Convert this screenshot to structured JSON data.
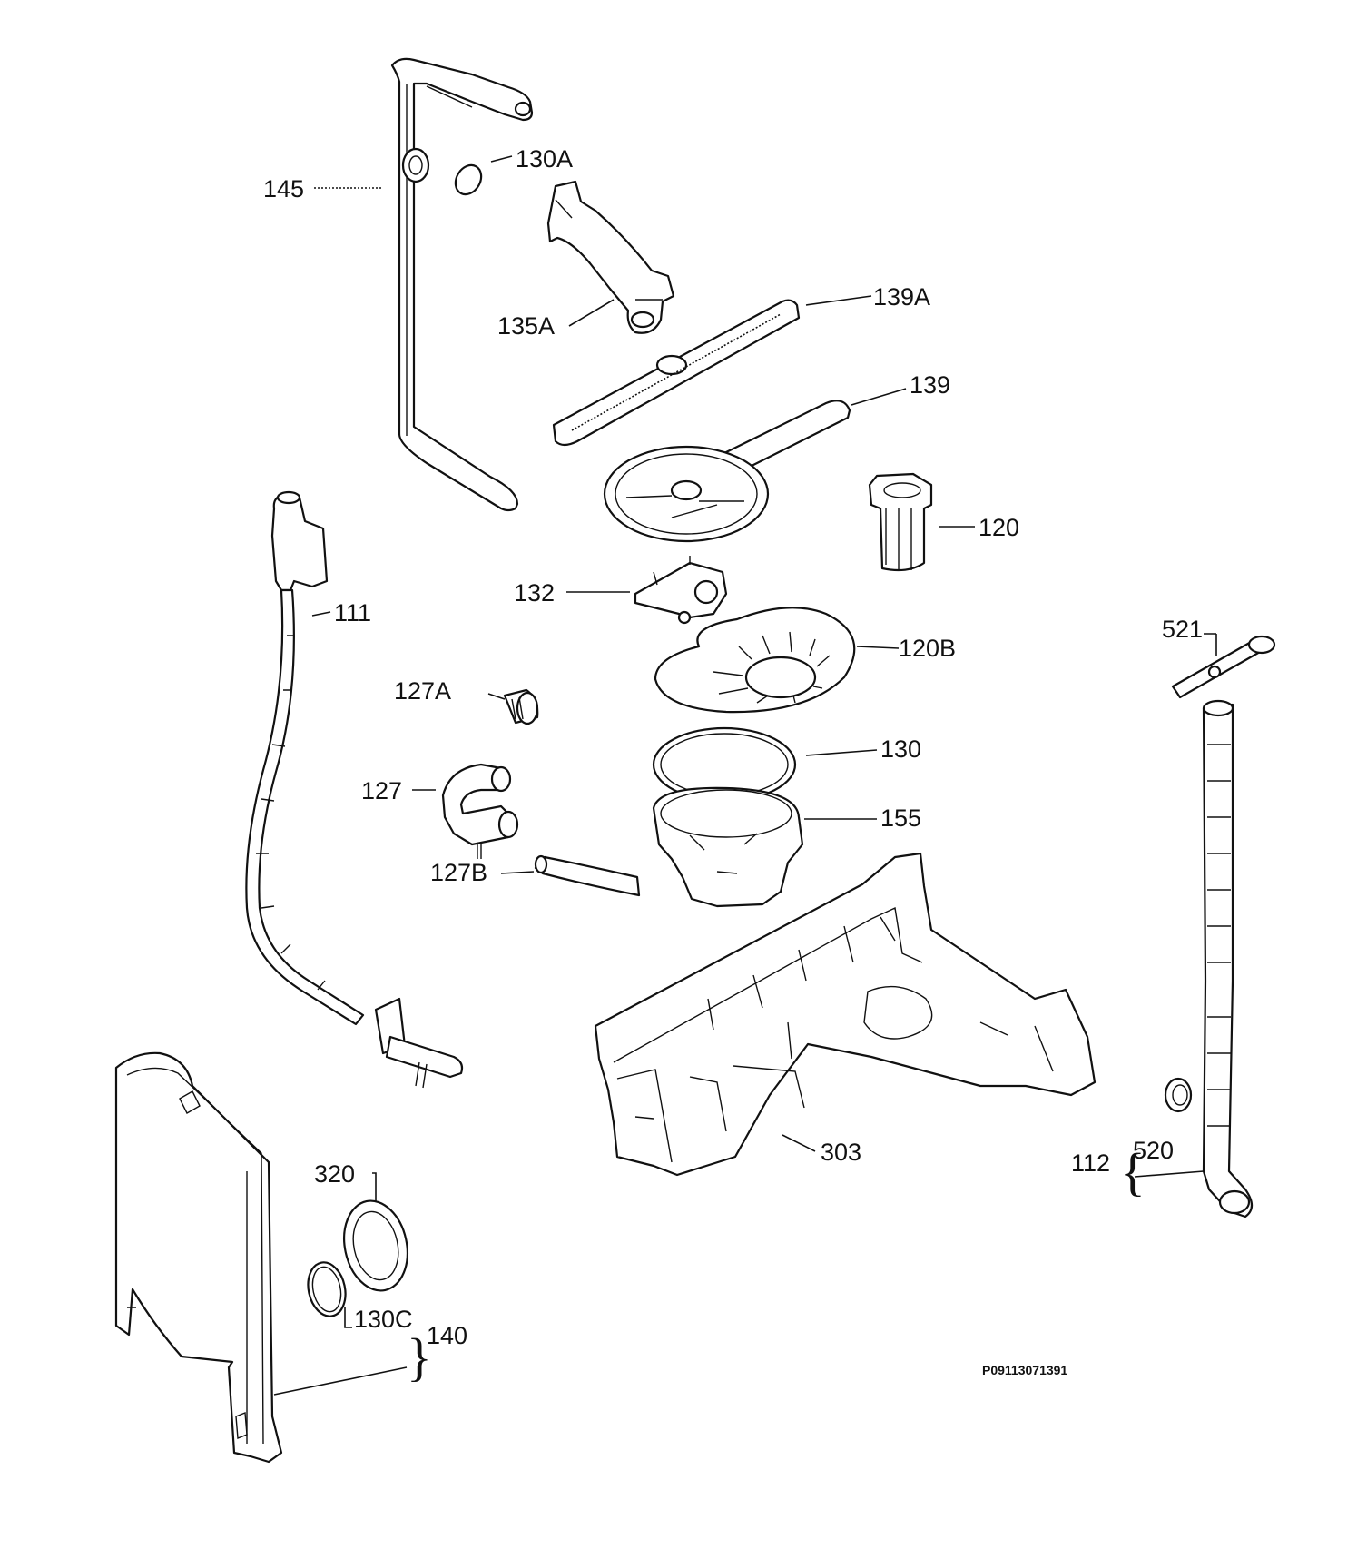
{
  "labels": {
    "l145": "145",
    "l130A": "130A",
    "l135A": "135A",
    "l139A": "139A",
    "l139": "139",
    "l120": "120",
    "l111": "111",
    "l132": "132",
    "l120B": "120B",
    "l521": "521",
    "l127A": "127A",
    "l130": "130",
    "l127": "127",
    "l155": "155",
    "l127B": "127B",
    "l303": "303",
    "l112": "112",
    "l520": "520",
    "l320": "320",
    "l130C": "130C",
    "l140": "140"
  },
  "drawing_code": "P09113071391",
  "colors": {
    "line": "#111111",
    "background": "#ffffff"
  }
}
